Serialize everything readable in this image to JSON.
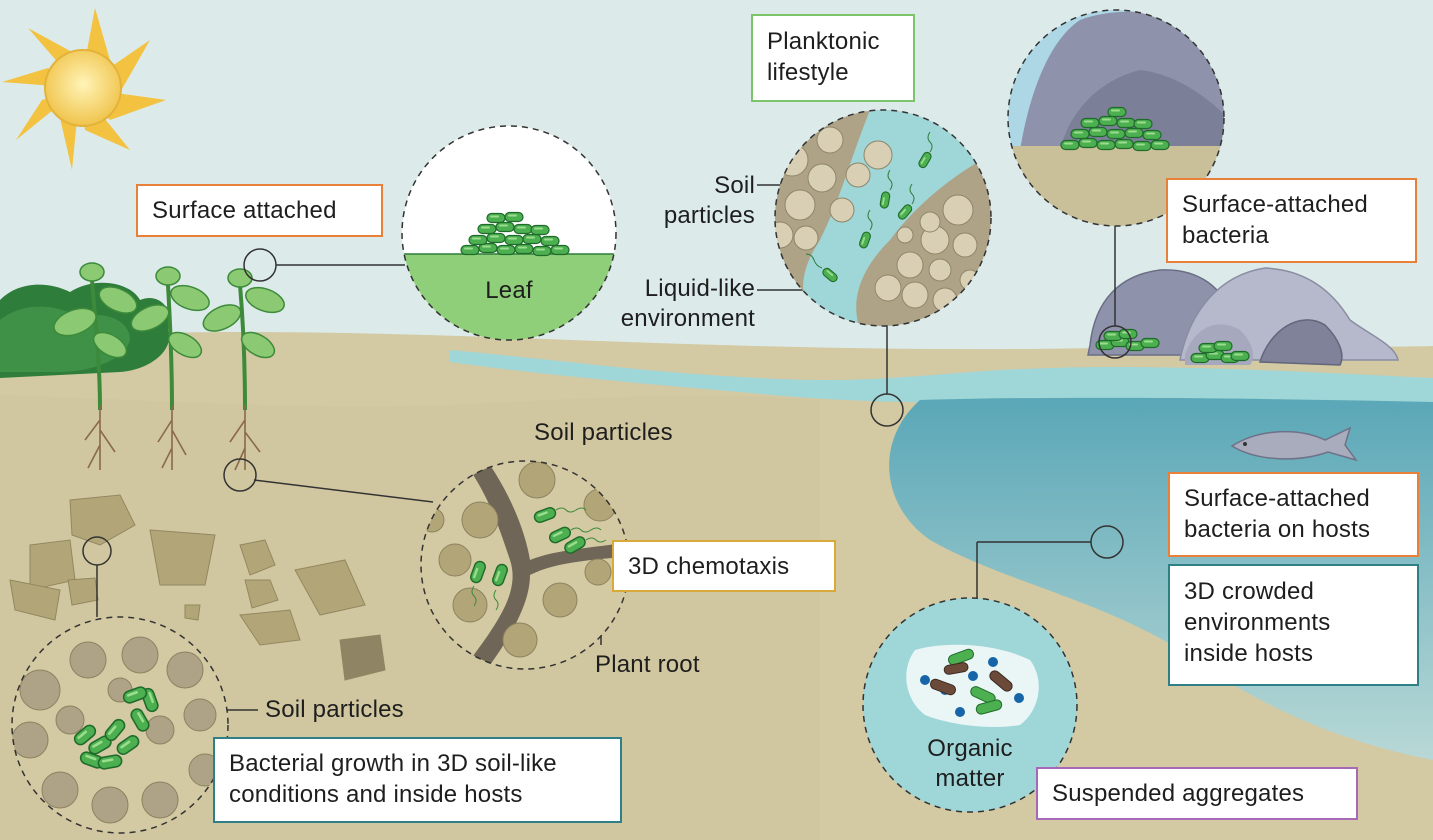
{
  "boxes": {
    "surface_attached": "Surface attached",
    "planktonic": "Planktonic\nlifestyle",
    "surface_attached_bacteria": "Surface-attached\nbacteria",
    "chemotaxis": "3D chemotaxis",
    "surface_attached_hosts": "Surface-attached\nbacteria on hosts",
    "crowded_hosts": "3D crowded\nenvironments\ninside hosts",
    "bacterial_growth": "Bacterial growth in 3D soil-like\nconditions and inside hosts",
    "suspended_aggregates": "Suspended aggregates"
  },
  "labels": {
    "leaf": "Leaf",
    "soil_particles_planktonic": "Soil\nparticles",
    "liquid_env": "Liquid-like\nenvironment",
    "soil_particles_root": "Soil particles",
    "plant_root": "Plant root",
    "soil_particles_bottom": "Soil particles",
    "organic_matter": "Organic\nmatter"
  },
  "colors": {
    "sky": "#dcebea",
    "ground": "#d2c9a1",
    "water": "#7fb8c4",
    "bacteria": "#4caf50",
    "box_orange": "#e8803a",
    "box_green": "#7cc46a",
    "box_yellow": "#d9a93a",
    "box_teal": "#2f7f86",
    "box_purple": "#a868b8"
  }
}
